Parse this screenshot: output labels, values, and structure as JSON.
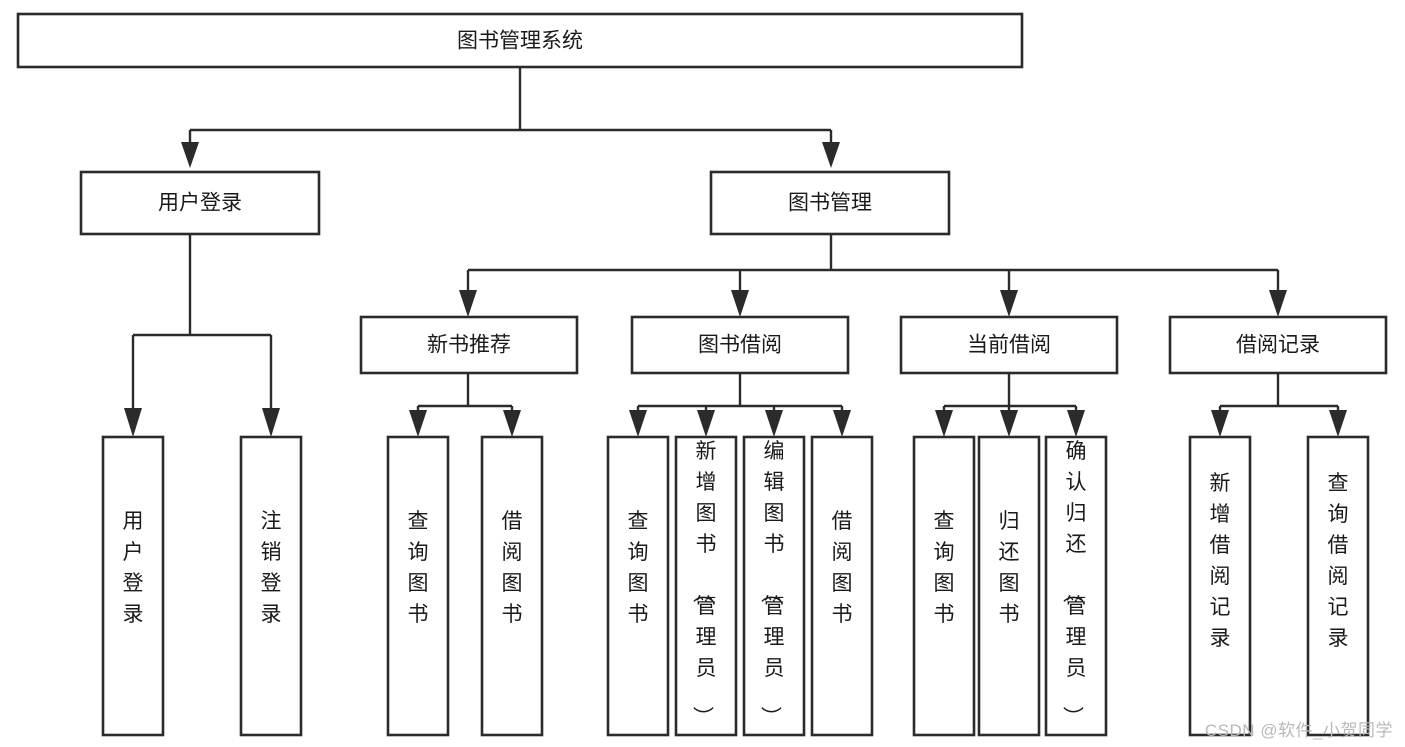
{
  "diagram": {
    "title": "图书管理系统",
    "type": "tree-hierarchy-diagram",
    "watermark": "CSDN @软件_小贺同学",
    "colors": {
      "background": "#ffffff",
      "box_stroke": "#2b2b2b",
      "box_fill": "#ffffff",
      "connector": "#2b2b2b",
      "text": "#1a1a1a",
      "watermark": "#b9b9b9"
    },
    "root": {
      "label": "图书管理系统"
    },
    "level2": [
      {
        "label": "用户登录"
      },
      {
        "label": "图书管理"
      }
    ],
    "level3": [
      {
        "label": "新书推荐"
      },
      {
        "label": "图书借阅"
      },
      {
        "label": "当前借阅"
      },
      {
        "label": "借阅记录"
      }
    ],
    "leaves": {
      "user_login": [
        {
          "label": "用户登录"
        },
        {
          "label": "注销登录"
        }
      ],
      "new_book": [
        {
          "label": "查询图书"
        },
        {
          "label": "借阅图书"
        }
      ],
      "book_borrow": [
        {
          "label": "查询图书"
        },
        {
          "label": "新增图书（管理员）"
        },
        {
          "label": "编辑图书（管理员）"
        },
        {
          "label": "借阅图书"
        }
      ],
      "current_borrow": [
        {
          "label": "查询图书"
        },
        {
          "label": "归还图书"
        },
        {
          "label": "确认归还（管理员）"
        }
      ],
      "borrow_record": [
        {
          "label": "新增借阅记录"
        },
        {
          "label": "查询借阅记录"
        }
      ]
    }
  }
}
